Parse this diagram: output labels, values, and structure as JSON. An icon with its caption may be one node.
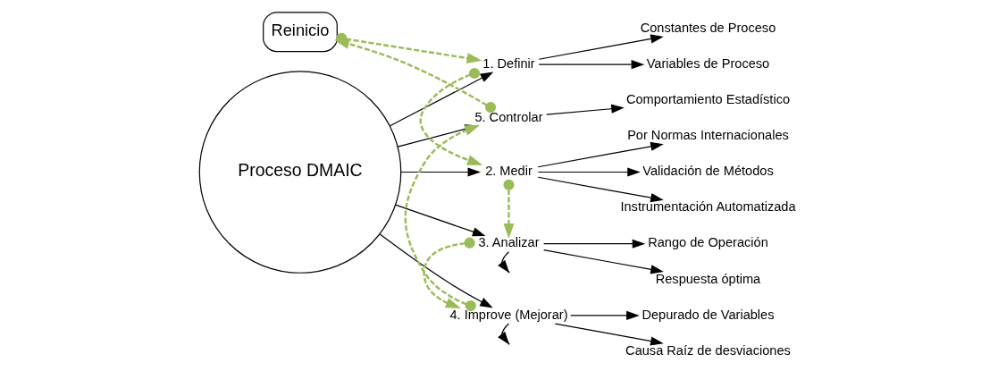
{
  "diagram": {
    "nodes": [
      {
        "text": [
          "Reinicio"
        ]
      },
      {
        "text": [
          "Proceso DMAIC"
        ]
      },
      {
        "text": [
          "1. Definir"
        ]
      },
      {
        "text": [
          "2. Medir"
        ]
      },
      {
        "text": [
          "3. Analizar"
        ]
      },
      {
        "text": [
          "4. Improve (Mejorar)"
        ]
      },
      {
        "text": [
          "5. Controlar"
        ]
      },
      {
        "text": [
          "Constantes de Proceso"
        ]
      },
      {
        "text": [
          "Variables de Proceso"
        ]
      },
      {
        "text": [
          "Por Normas Internacionales"
        ]
      },
      {
        "text": [
          "Validación de Métodos"
        ]
      },
      {
        "text": [
          "Instrumentación Automatizada"
        ]
      },
      {
        "text": [
          "Comportamiento Estadístico"
        ]
      },
      {
        "text": [
          "Depurado de Variables"
        ]
      },
      {
        "text": [
          "Causa Raíz de desviaciones"
        ]
      },
      {
        "text": [
          "Rango de Operación"
        ]
      },
      {
        "text": [
          "Respuesta óptima"
        ]
      }
    ],
    "edges": [
      {
        "from": 1,
        "to": 2,
        "arrow": "to"
      },
      {
        "from": 1,
        "to": 3,
        "arrow": "to"
      },
      {
        "from": 1,
        "to": 4,
        "arrow": "to"
      },
      {
        "from": 1,
        "to": 5,
        "arrow": "to"
      },
      {
        "from": 1,
        "to": 6,
        "arrow": "to"
      },
      {
        "from": 2,
        "to": 7,
        "arrow": "to"
      },
      {
        "from": 2,
        "to": 8,
        "arrow": "to"
      },
      {
        "from": 3,
        "to": 9,
        "arrow": "to"
      },
      {
        "from": 3,
        "to": 10,
        "arrow": "to"
      },
      {
        "from": 3,
        "to": 11,
        "arrow": "to"
      },
      {
        "from": 6,
        "to": 12,
        "arrow": "to"
      },
      {
        "from": 5,
        "to": null,
        "arrow": "to"
      },
      {
        "from": 5,
        "to": 13,
        "arrow": "to"
      },
      {
        "from": 5,
        "to": 14,
        "arrow": "to"
      },
      {
        "from": 4,
        "to": null,
        "arrow": "to"
      },
      {
        "from": 4,
        "to": 15,
        "arrow": "to"
      },
      {
        "from": 4,
        "to": 16,
        "arrow": "to"
      },
      {
        "from": 6,
        "to": 0,
        "arrow": "to",
        "style": "dashed",
        "color": "#9bbb59"
      },
      {
        "from": 0,
        "to": 2,
        "arrow": "to",
        "style": "dashed",
        "color": "#9bbb59"
      },
      {
        "from": 2,
        "to": 3,
        "arrow": "to",
        "style": "dashed",
        "color": "#9bbb59"
      },
      {
        "from": 3,
        "to": 4,
        "arrow": "to",
        "style": "dashed",
        "color": "#9bbb59"
      },
      {
        "from": 4,
        "to": 5,
        "arrow": "to",
        "style": "dashed",
        "color": "#9bbb59"
      },
      {
        "from": 5,
        "to": 6,
        "arrow": "to",
        "style": "dashed",
        "color": "#9bbb59"
      }
    ]
  }
}
